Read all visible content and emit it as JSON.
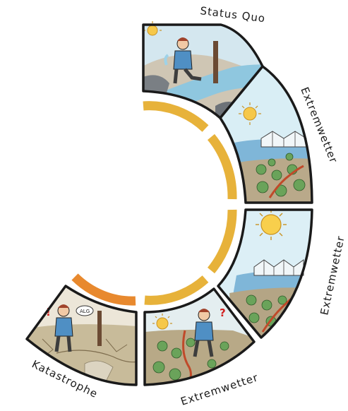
{
  "panels": [
    {
      "id": "status-quo",
      "label": "Status Quo"
    },
    {
      "id": "extremwetter-1",
      "label": "Extremwetter"
    },
    {
      "id": "extremwetter-2",
      "label": "Extremwetter"
    },
    {
      "id": "extremwetter-3",
      "label": "Extremwetter"
    },
    {
      "id": "katastrophe",
      "label": "Katastrophe",
      "speech_bubble": "ALG"
    }
  ],
  "ring_colors": [
    "#e7b23a",
    "#e7b23a",
    "#e7b23a",
    "#e7b23a",
    "#e8892e",
    "#e8892e"
  ],
  "alert_mark": "?",
  "alert_mark_2": "!"
}
